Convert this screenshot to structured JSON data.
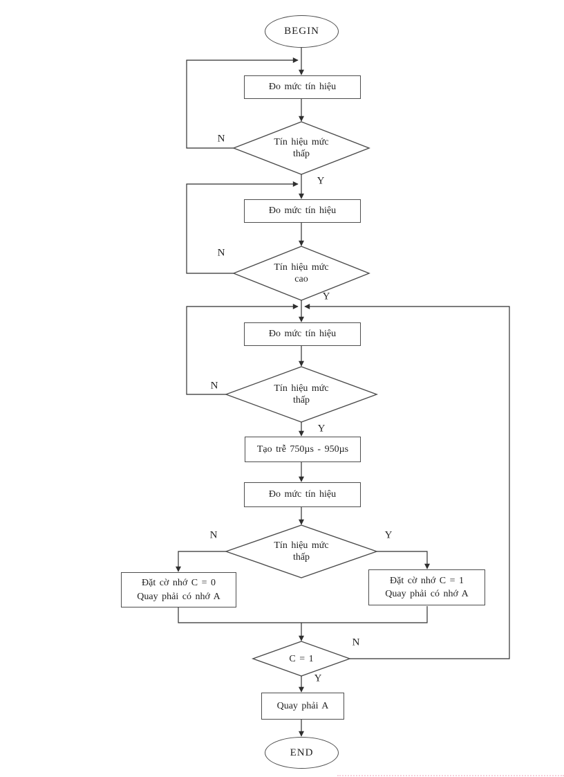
{
  "diagram": {
    "type": "flowchart",
    "nodes": {
      "begin": {
        "label": "BEGIN"
      },
      "measure1": {
        "label": "Đo mức tín hiệu"
      },
      "decision1": {
        "line1": "Tín hiệu mức",
        "line2": "thấp"
      },
      "measure2": {
        "label": "Đo mức tín hiệu"
      },
      "decision2": {
        "line1": "Tín hiệu mức",
        "line2": "cao"
      },
      "measure3": {
        "label": "Đo mức tín hiệu"
      },
      "decision3": {
        "line1": "Tín hiệu mức",
        "line2": "thấp"
      },
      "delay": {
        "label": "Tạo trễ 750µs - 950µs"
      },
      "measure4": {
        "label": "Đo mức tín hiệu"
      },
      "decision4": {
        "line1": "Tín hiệu mức",
        "line2": "thấp"
      },
      "set_carry_0": {
        "line1": "Đặt cờ nhớ C = 0",
        "line2": "Quay phải có nhớ A"
      },
      "set_carry_1": {
        "line1": "Đặt cờ nhớ C = 1",
        "line2": "Quay phải có nhớ A"
      },
      "check_carry": {
        "label": "C = 1"
      },
      "rotate_a": {
        "label": "Quay phải A"
      },
      "end": {
        "label": "END"
      }
    },
    "branches": {
      "decision1_no": "N",
      "decision1_yes": "Y",
      "decision2_no": "N",
      "decision2_yes": "Y",
      "decision3_no": "N",
      "decision3_yes": "Y",
      "decision4_no": "N",
      "decision4_yes": "Y",
      "check_carry_no": "N",
      "check_carry_yes": "Y"
    },
    "colors": {
      "background": "#ffffff",
      "shape_border": "#4c4c4c",
      "connector": "#2f2f2f",
      "text": "#1f1f1f",
      "margin_artifact_pink": "#f3bfd0"
    }
  }
}
